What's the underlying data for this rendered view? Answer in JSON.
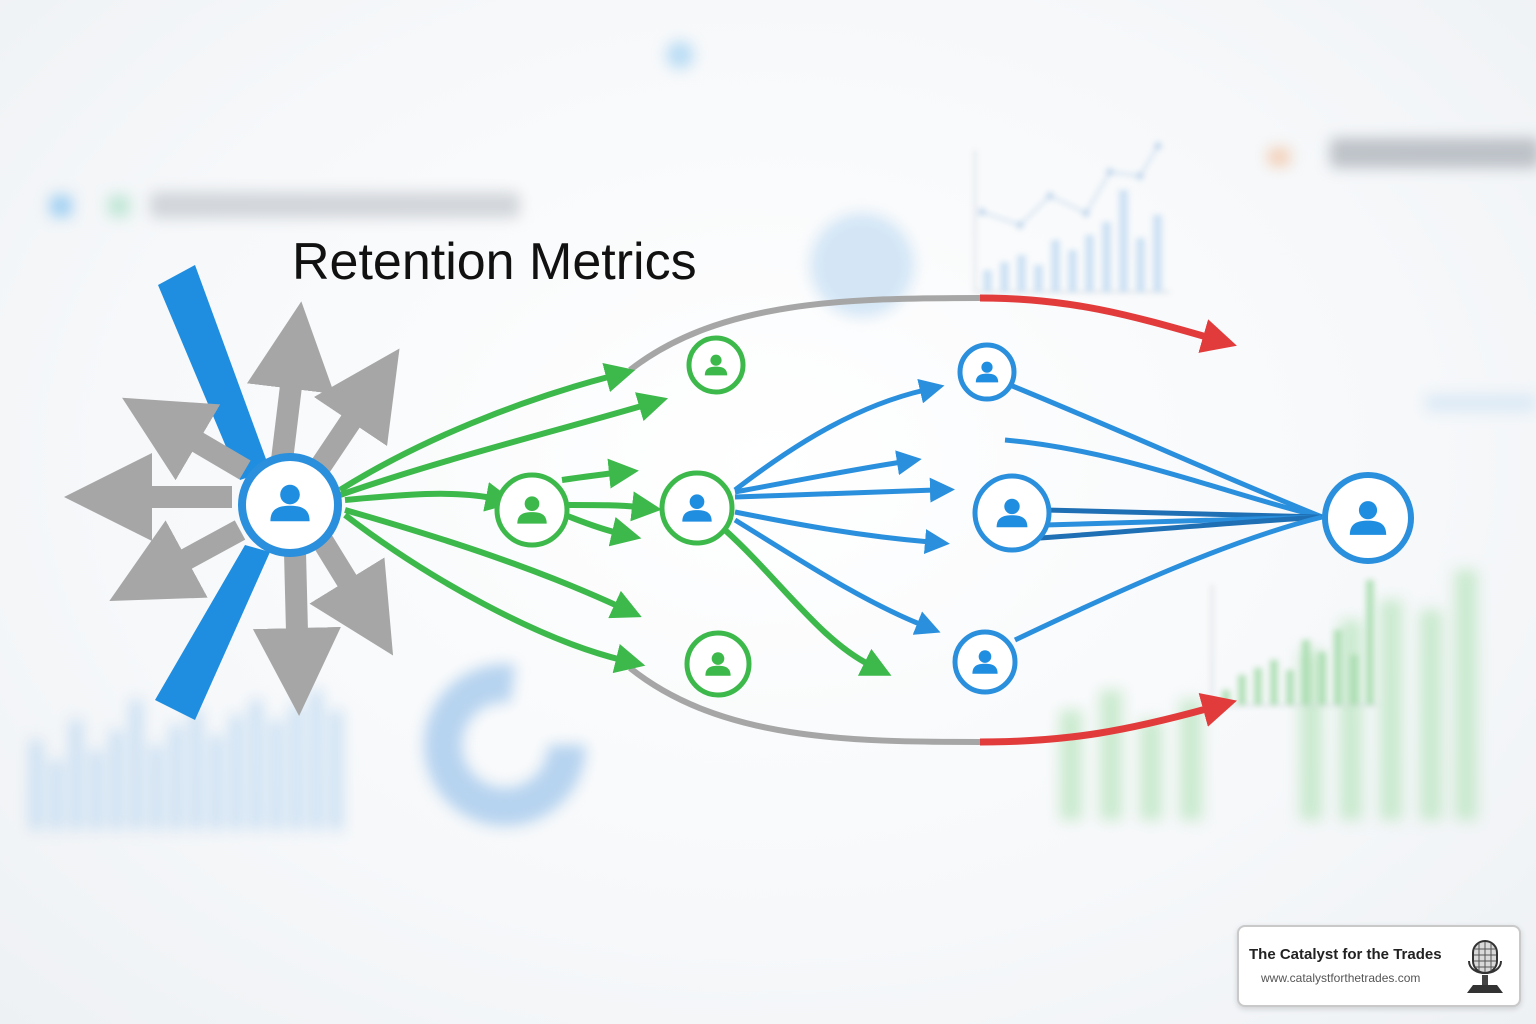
{
  "title": "Retention Metrics",
  "brand": {
    "name": "The Catalyst for the Trades",
    "url": "www.catalystforthetrades.com",
    "logo_icon": "microphone-icon"
  },
  "colors": {
    "source_blue": "#1f8ee0",
    "growth_green": "#3cb94a",
    "flow_blue": "#2a8fdc",
    "lost_gray": "#a6a6a6",
    "churn_red": "#e23b3b"
  },
  "icons": {
    "user_node": "user-icon"
  }
}
